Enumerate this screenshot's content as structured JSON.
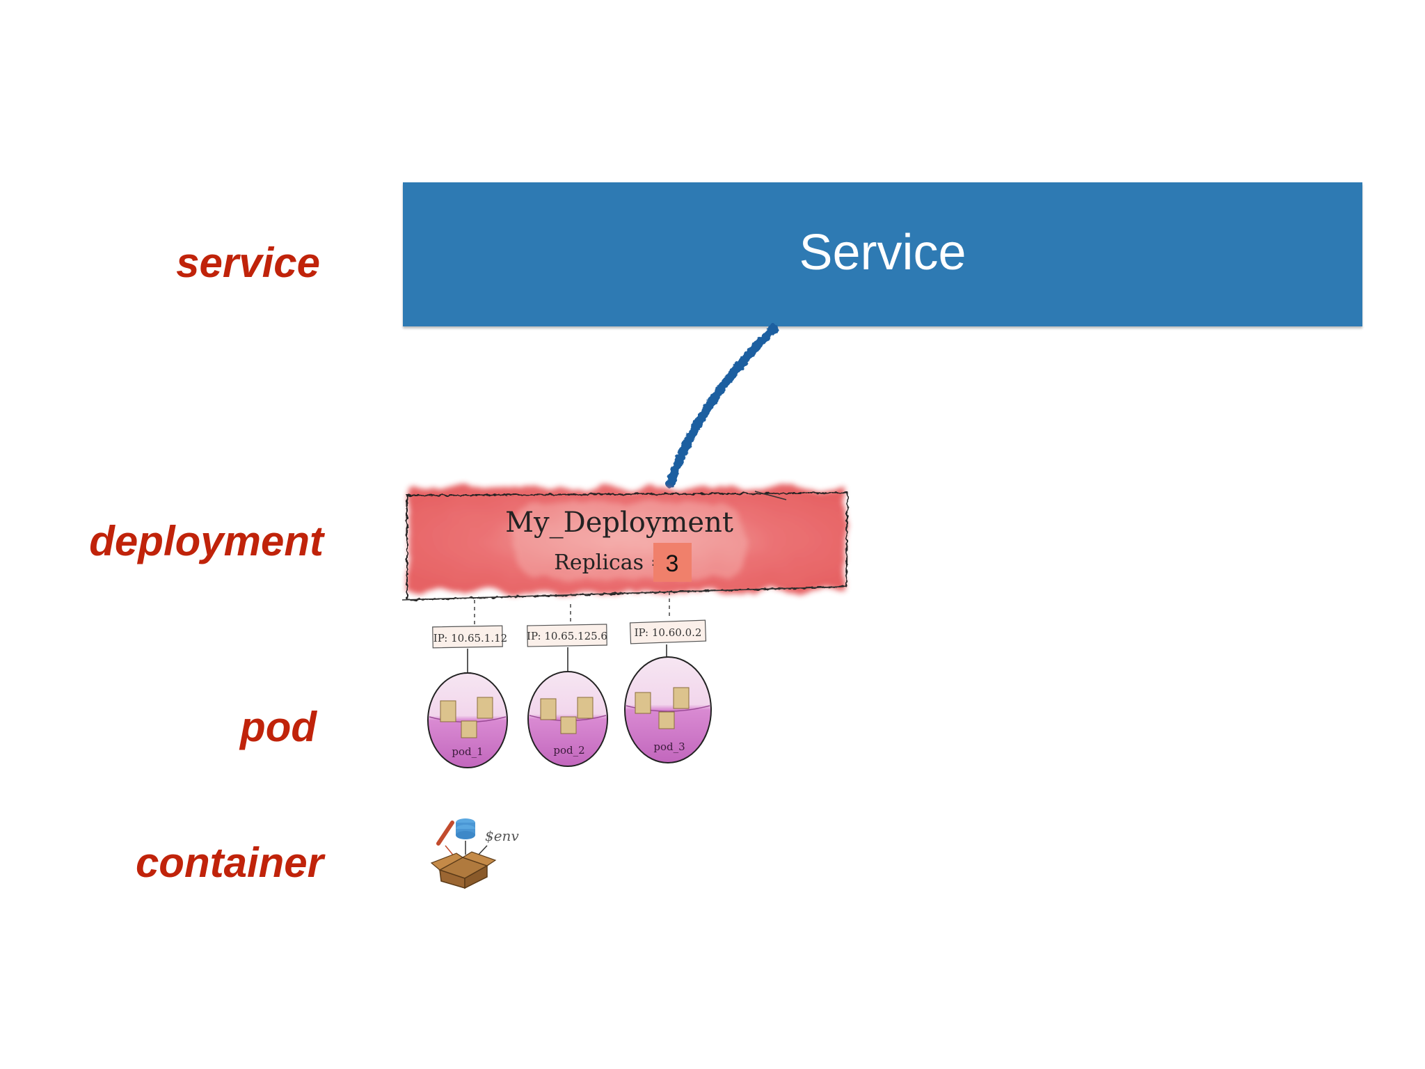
{
  "layers": {
    "service": "service",
    "deployment": "deployment",
    "pod": "pod",
    "container": "container"
  },
  "service_box": {
    "title": "Service",
    "color": "#2e7ab3"
  },
  "deployment": {
    "name": "My_Deployment",
    "replicas_label": "Replicas =",
    "replicas_value": "3"
  },
  "pods": [
    {
      "ip": "IP: 10.65.1.12",
      "name": "pod_1"
    },
    {
      "ip": "IP: 10.65.125.6",
      "name": "pod_2"
    },
    {
      "ip": "IP: 10.60.0.2",
      "name": "pod_3"
    }
  ],
  "container": {
    "env_label": "$env"
  },
  "colors": {
    "label_red": "#c0230a",
    "service_blue": "#2e7ab3",
    "deployment_red": "#e8595f",
    "replica_badge": "#f0806b",
    "pod_purple": "#c86bc4"
  }
}
